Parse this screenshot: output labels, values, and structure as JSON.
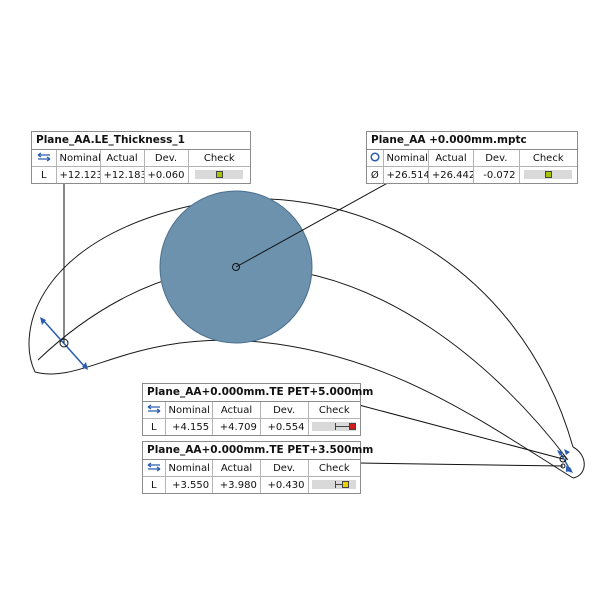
{
  "colors": {
    "good": "#a8c400",
    "warn": "#e8d200",
    "bad": "#d01c1c",
    "circle_fill": "#6d92ae",
    "circle_stroke": "#4a6f8e",
    "dim_blue": "#2a5db0"
  },
  "labels": [
    {
      "title": "Plane_AA.LE_Thickness_1",
      "icon": "thickness-arrows-icon",
      "headers": [
        "Nominal",
        "Actual",
        "Dev.",
        "Check"
      ],
      "row": {
        "prefix": "L",
        "nominal": "+12.123",
        "actual": "+12.183",
        "dev": "+0.060",
        "check": "good",
        "deviation_fraction": 0.5
      }
    },
    {
      "title": "Plane_AA +0.000mm.mptc",
      "icon": "circle-icon",
      "headers": [
        "Nominal",
        "Actual",
        "Dev.",
        "Check"
      ],
      "row": {
        "prefix": "Ø",
        "nominal": "+26.514",
        "actual": "+26.442",
        "dev": "-0.072",
        "check": "good",
        "deviation_fraction": 0.5
      }
    },
    {
      "title": "Plane_AA+0.000mm.TE PET+5.000mm",
      "icon": "thickness-arrows-icon",
      "headers": [
        "Nominal",
        "Actual",
        "Dev.",
        "Check"
      ],
      "row": {
        "prefix": "L",
        "nominal": "+4.155",
        "actual": "+4.709",
        "dev": "+0.554",
        "check": "bad",
        "deviation_fraction": 1.0
      }
    },
    {
      "title": "Plane_AA+0.000mm.TE PET+3.500mm",
      "icon": "thickness-arrows-icon",
      "headers": [
        "Nominal",
        "Actual",
        "Dev.",
        "Check"
      ],
      "row": {
        "prefix": "L",
        "nominal": "+3.550",
        "actual": "+3.980",
        "dev": "+0.430",
        "check": "warn",
        "deviation_fraction": 0.8
      }
    }
  ]
}
